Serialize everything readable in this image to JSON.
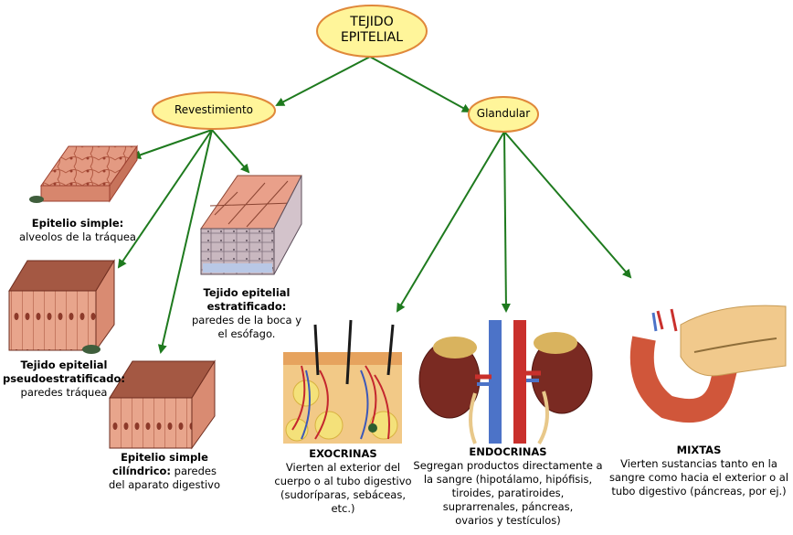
{
  "root": {
    "line1": "TEJIDO",
    "line2": "EPITELIAL"
  },
  "branches": {
    "revestimiento": "Revestimiento",
    "glandular": "Glandular"
  },
  "revestimiento_items": {
    "simple": {
      "title": "Epitelio simple:",
      "desc": "alveolos de la tráquea"
    },
    "pseudo": {
      "title1": "Tejido epitelial",
      "title2": "pseudoestratificado:",
      "desc": "paredes tráquea"
    },
    "cilindrico": {
      "title1": "Epitelio simple",
      "title2": "cilíndrico:",
      "desc1": " paredes",
      "desc2": "del aparato digestivo"
    },
    "estratificado": {
      "title1": "Tejido epitelial",
      "title2": "estratificado:",
      "desc1": "paredes de la boca y",
      "desc2": "el esófago."
    }
  },
  "glandular_items": {
    "exocrinas": {
      "title": "EXOCRINAS",
      "l1": "Vierten al exterior del",
      "l2": "cuerpo o al tubo digestivo",
      "l3": "(sudoríparas, sebáceas,",
      "l4": "etc.)"
    },
    "endocrinas": {
      "title": "ENDOCRINAS",
      "l1": "Segregan productos directamente a",
      "l2": "la sangre (hipotálamo, hipófisis,",
      "l3": "tiroides, paratiroides,",
      "l4": "suprarrenales, páncreas,",
      "l5": "ovarios y testículos)"
    },
    "mixtas": {
      "title": "MIXTAS",
      "l1": "Vierten sustancias tanto en la",
      "l2": "sangre como hacia el exterior o al",
      "l3": "tubo digestivo (páncreas, por ej.)"
    }
  },
  "colors": {
    "ellipse_fill": "#FFF59A",
    "ellipse_stroke": "#E0883A",
    "arrow": "#1E7A1E",
    "tissue": "#E0907A",
    "tissue_dark": "#B9573E"
  }
}
